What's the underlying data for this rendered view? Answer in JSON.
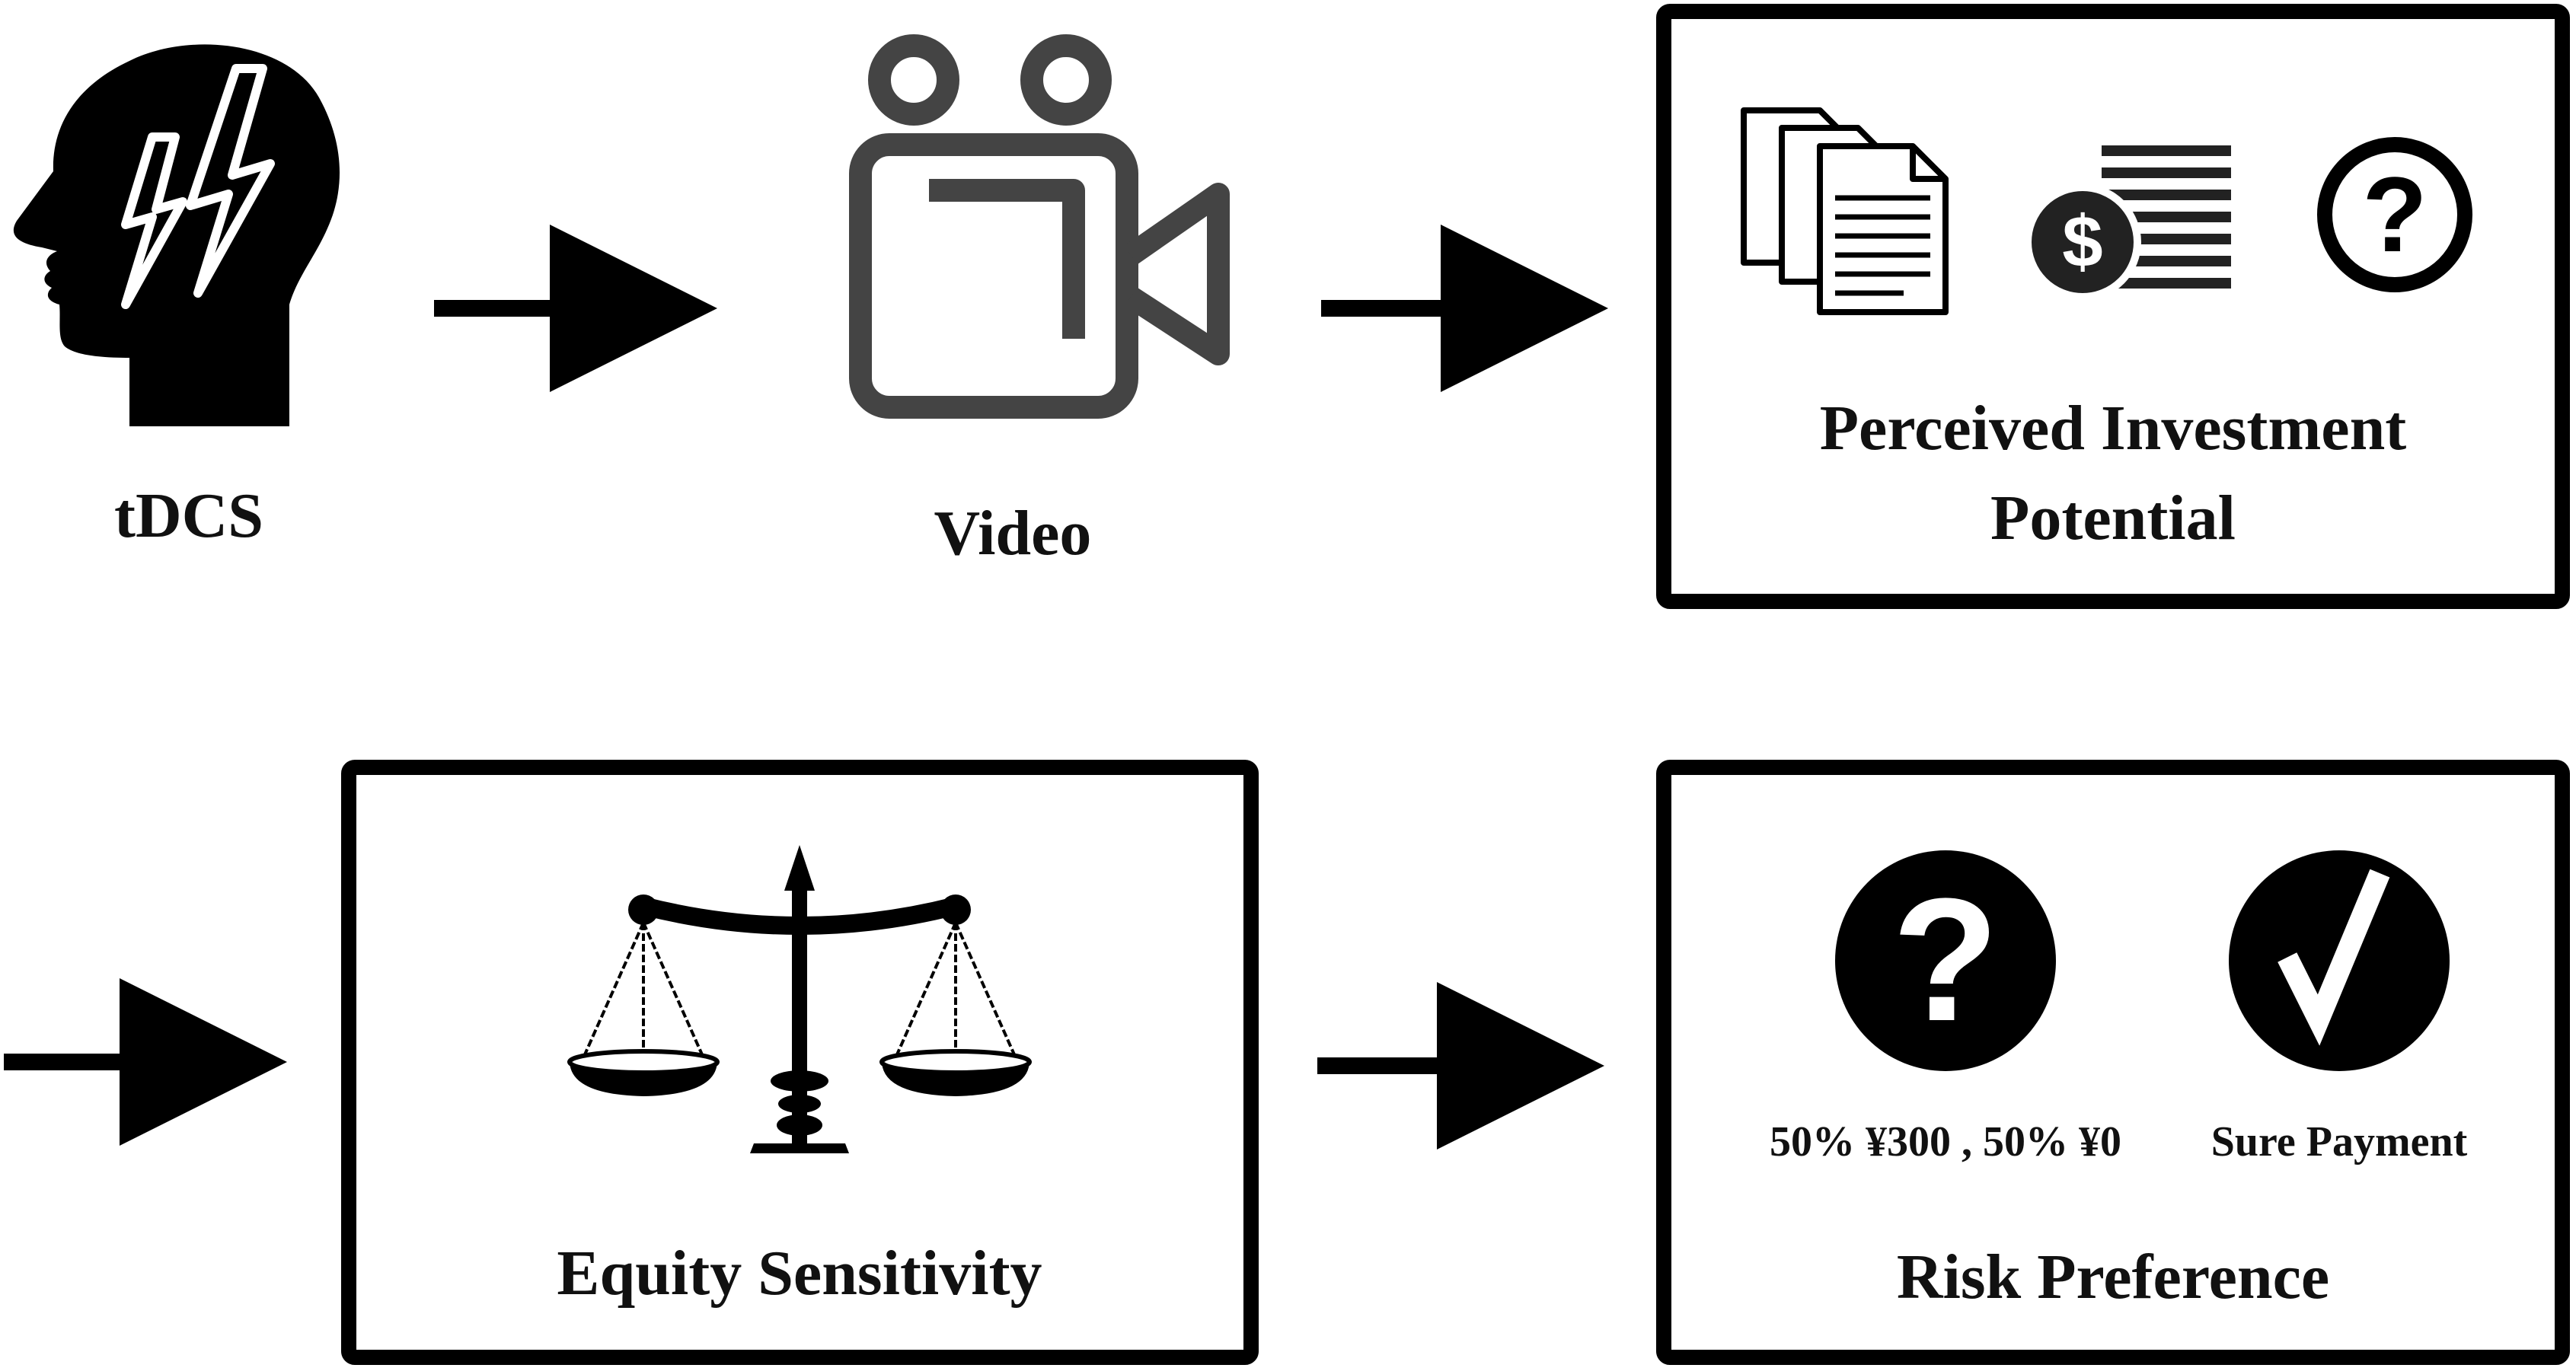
{
  "colors": {
    "ink": "#000000",
    "icon_gray": "#444444",
    "background": "#ffffff"
  },
  "steps": {
    "tdcs": {
      "label": "tDCS",
      "icon": "head-lightning-icon"
    },
    "video": {
      "label": "Video",
      "icon": "video-camera-icon"
    },
    "investment": {
      "title_line1": "Perceived Investment",
      "title_line2": "Potential",
      "icons": [
        "documents-icon",
        "dollar-coins-icon",
        "question-circle-icon"
      ]
    },
    "equity": {
      "title": "Equity Sensitivity",
      "icon": "balance-scale-icon"
    },
    "risk": {
      "title": "Risk Preference",
      "option_gamble": "50% ¥300 , 50% ¥0",
      "option_sure": "Sure Payment",
      "icons": [
        "question-circle-icon",
        "checkmark-circle-icon"
      ]
    }
  }
}
